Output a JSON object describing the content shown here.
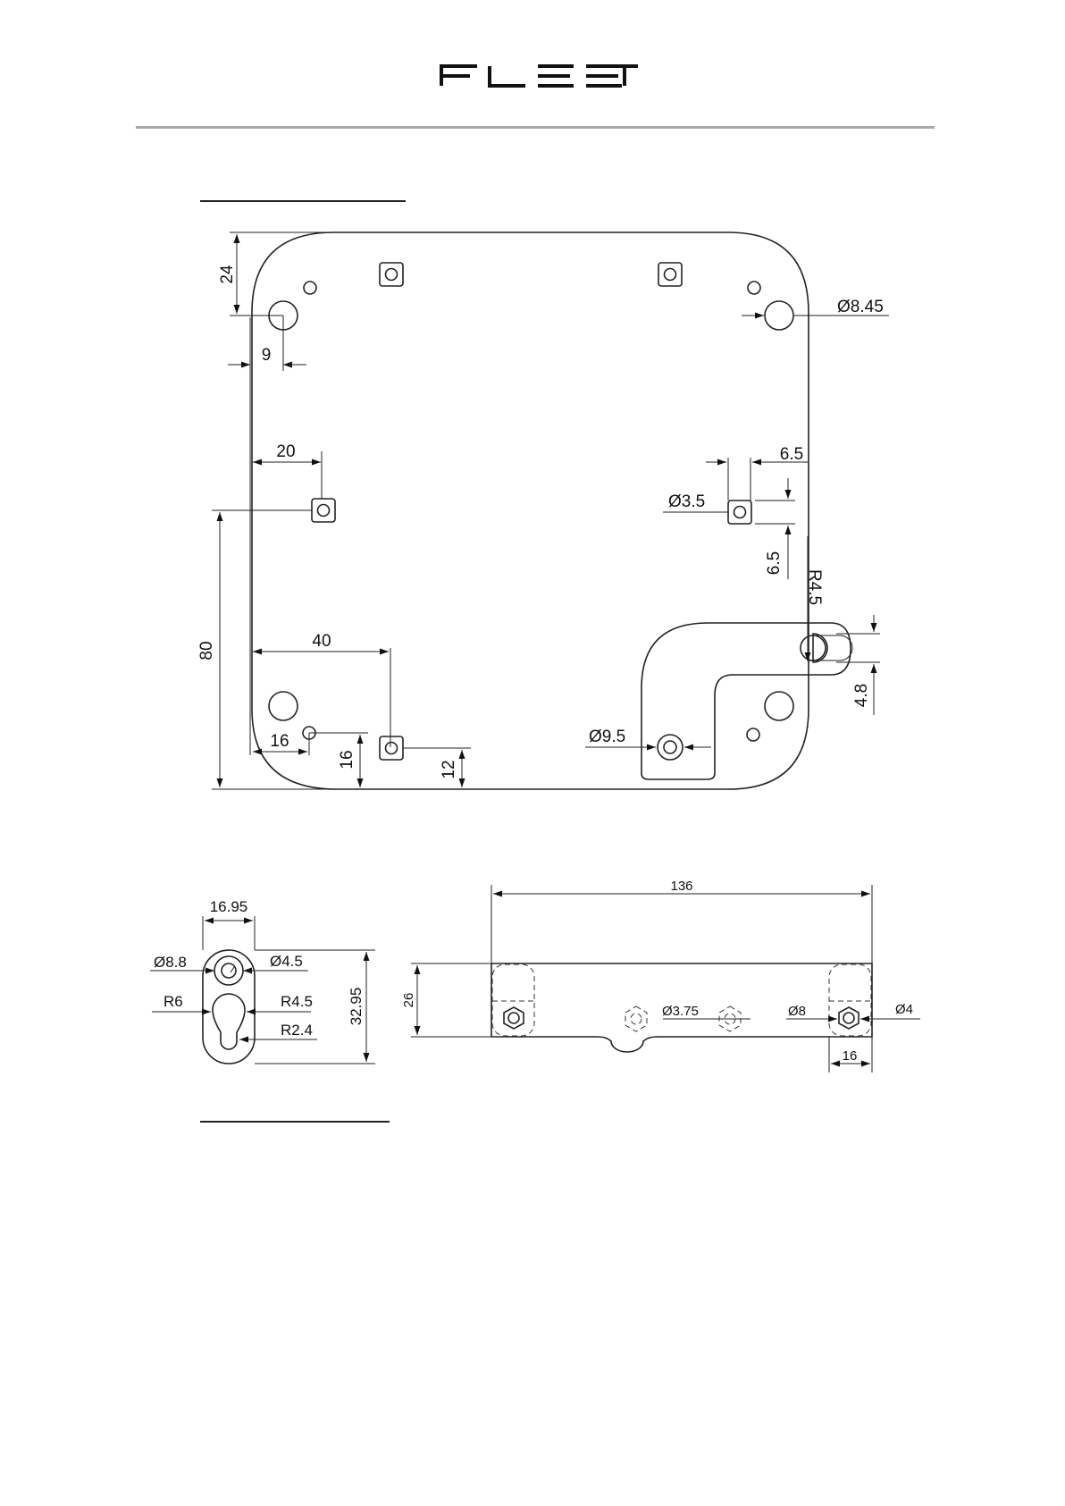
{
  "header": {
    "brand": "FLEET"
  },
  "top_view": {
    "dims": {
      "d24": "24",
      "d9": "9",
      "d845": "Ø8.45",
      "d20": "20",
      "d65a": "6.5",
      "d35": "Ø3.5",
      "d65b": "6.5",
      "dr45": "R4.5",
      "d80": "80",
      "d40": "40",
      "d48": "4.8",
      "d95": "Ø9.5",
      "d16a": "16",
      "d16b": "16",
      "d12": "12"
    }
  },
  "bracket_view": {
    "dims": {
      "d1695": "16.95",
      "d88": "Ø8.8",
      "d45": "Ø4.5",
      "r6": "R6",
      "r45": "R4.5",
      "r24": "R2.4",
      "d3295": "32.95"
    }
  },
  "side_view": {
    "dims": {
      "d136": "136",
      "d26": "26",
      "d375": "Ø3.75",
      "d8": "Ø8",
      "d4": "Ø4",
      "d16": "16"
    }
  }
}
